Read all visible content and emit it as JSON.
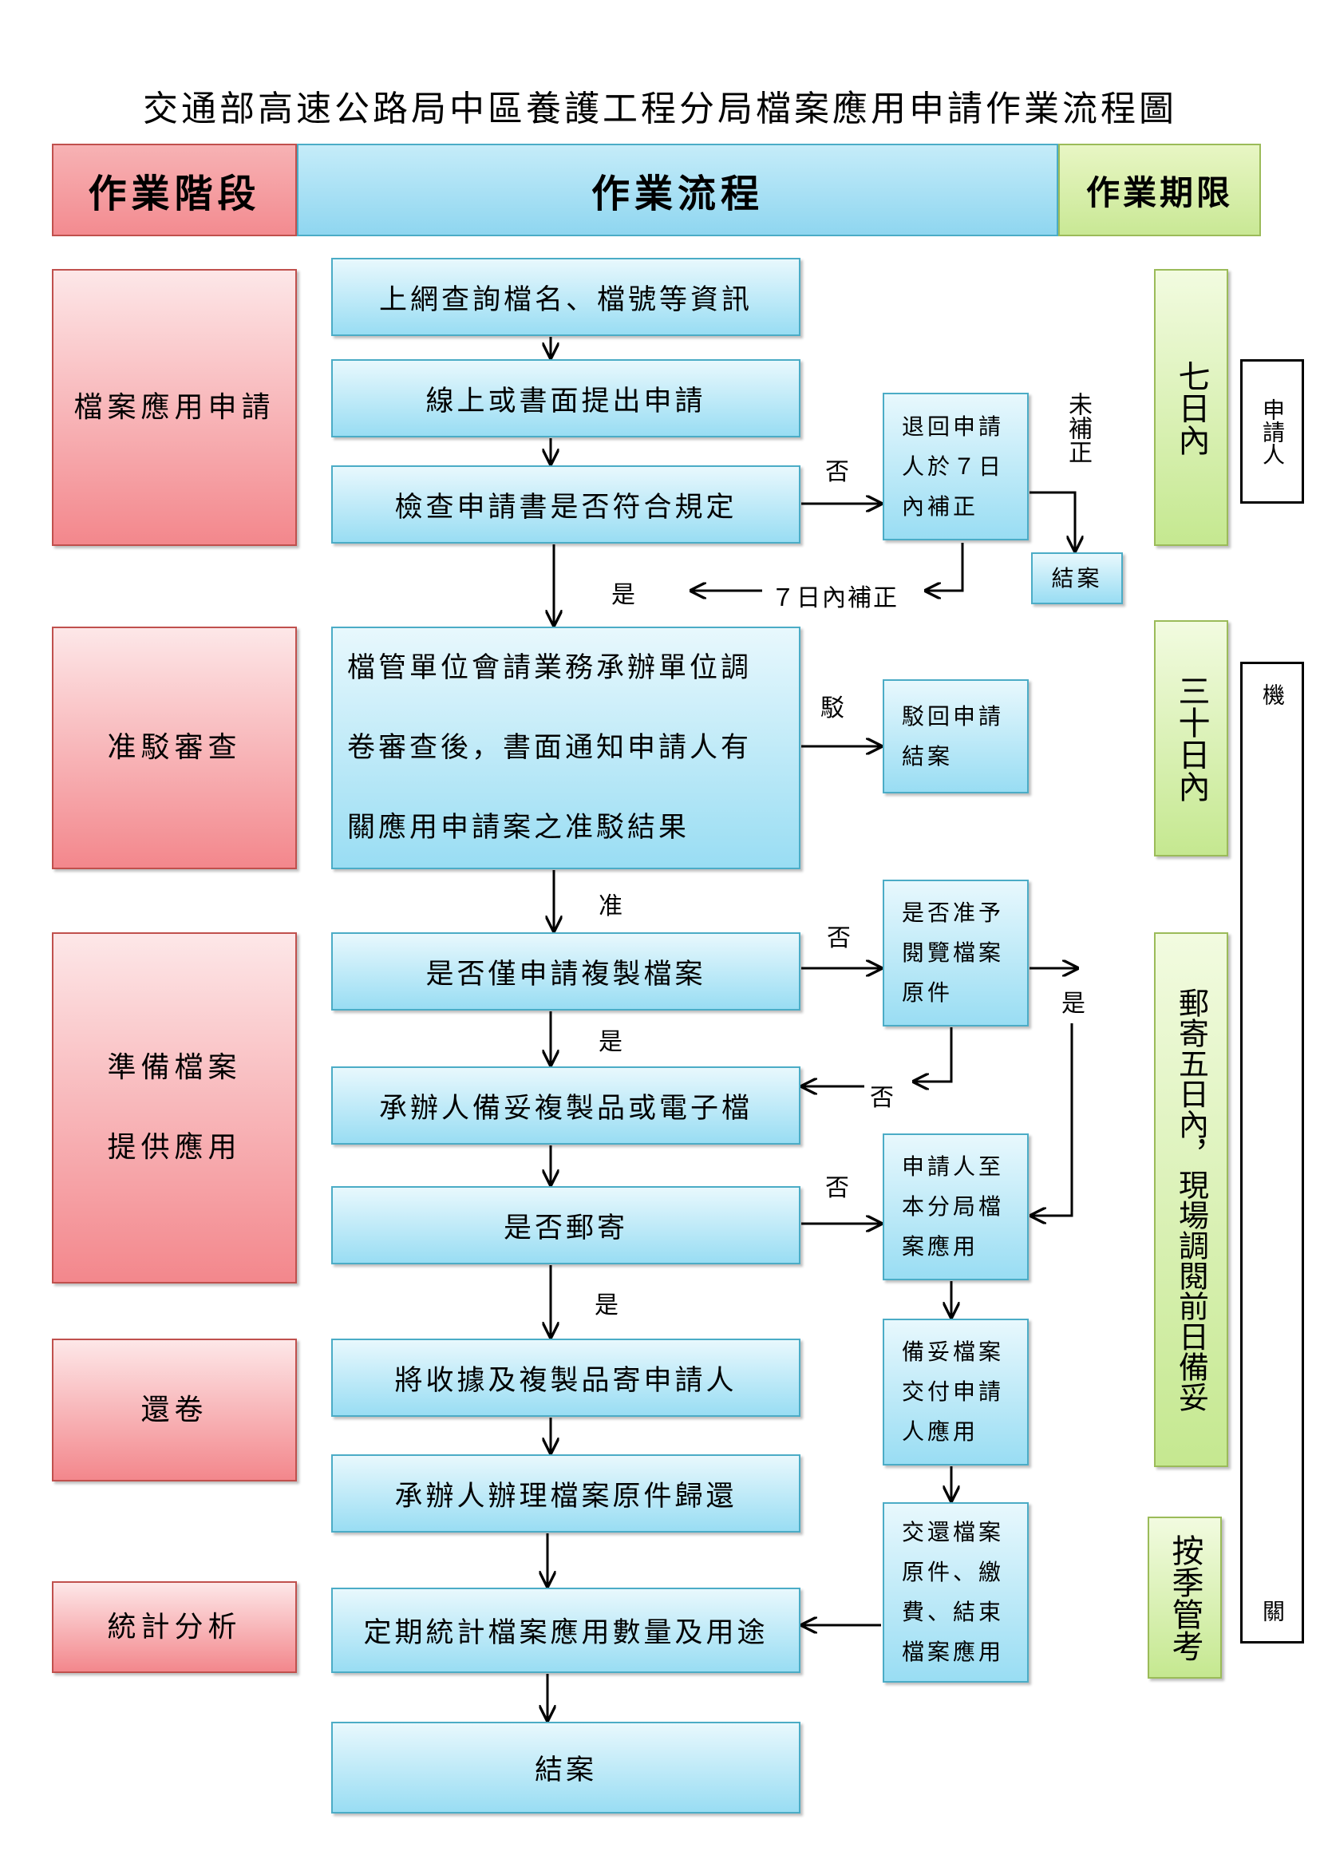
{
  "title": "交通部高速公路局中區養護工程分局檔案應用申請作業流程圖",
  "headers": {
    "stage": "作業階段",
    "process": "作業流程",
    "deadline": "作業期限"
  },
  "stages": {
    "apply": "檔案應用申請",
    "review": "准駁審查",
    "prepare_1": "準備檔案",
    "prepare_2": "提供應用",
    "return": "還卷",
    "stats": "統計分析"
  },
  "steps": {
    "search": "上網查詢檔名、檔號等資訊",
    "submit": "線上或書面提出申請",
    "check": "檢查申請書是否符合規定",
    "review_1": "檔管單位會請業務承辦單位調",
    "review_2": "卷審查後，書面通知申請人有",
    "review_3": "關應用申請案之准駁結果",
    "copy_only": "是否僅申請複製檔案",
    "prepare_copy": "承辦人備妥複製品或電子檔",
    "mail": "是否郵寄",
    "send": "將收據及複製品寄申請人",
    "return_orig": "承辦人辦理檔案原件歸還",
    "stats": "定期統計檔案應用數量及用途",
    "close": "結案"
  },
  "side_boxes": {
    "return_fix": [
      "退回申請",
      "人於７日",
      "內補正"
    ],
    "close_small": "結案",
    "reject": [
      "駁回申請",
      "結案"
    ],
    "view_orig": [
      "是否准予",
      "閱覽檔案",
      "原件"
    ],
    "visit": [
      "申請人至",
      "本分局檔",
      "案應用"
    ],
    "prepare_orig": [
      "備妥檔案",
      "交付申請",
      "人應用"
    ],
    "return_fee": [
      "交還檔案",
      "原件、繳",
      "費、結束",
      "檔案應用"
    ]
  },
  "labels": {
    "no_1": "否",
    "not_fixed": "未補正",
    "yes_1": "是",
    "fix_in_7": "７日內補正",
    "reject": "駁",
    "approve": "准",
    "no_2": "否",
    "yes_2": "是",
    "yes_3": "是",
    "no_3": "否",
    "no_4": "否",
    "yes_4": "是"
  },
  "deadlines": {
    "seven_days": "七日內",
    "thirty_days": "三十日內",
    "mail_five": "郵寄五日內，現場調閱前日備妥",
    "quarterly": "按季管考"
  },
  "actors": {
    "applicant": "申請人",
    "agency_top": "機",
    "agency_bottom": "關"
  }
}
